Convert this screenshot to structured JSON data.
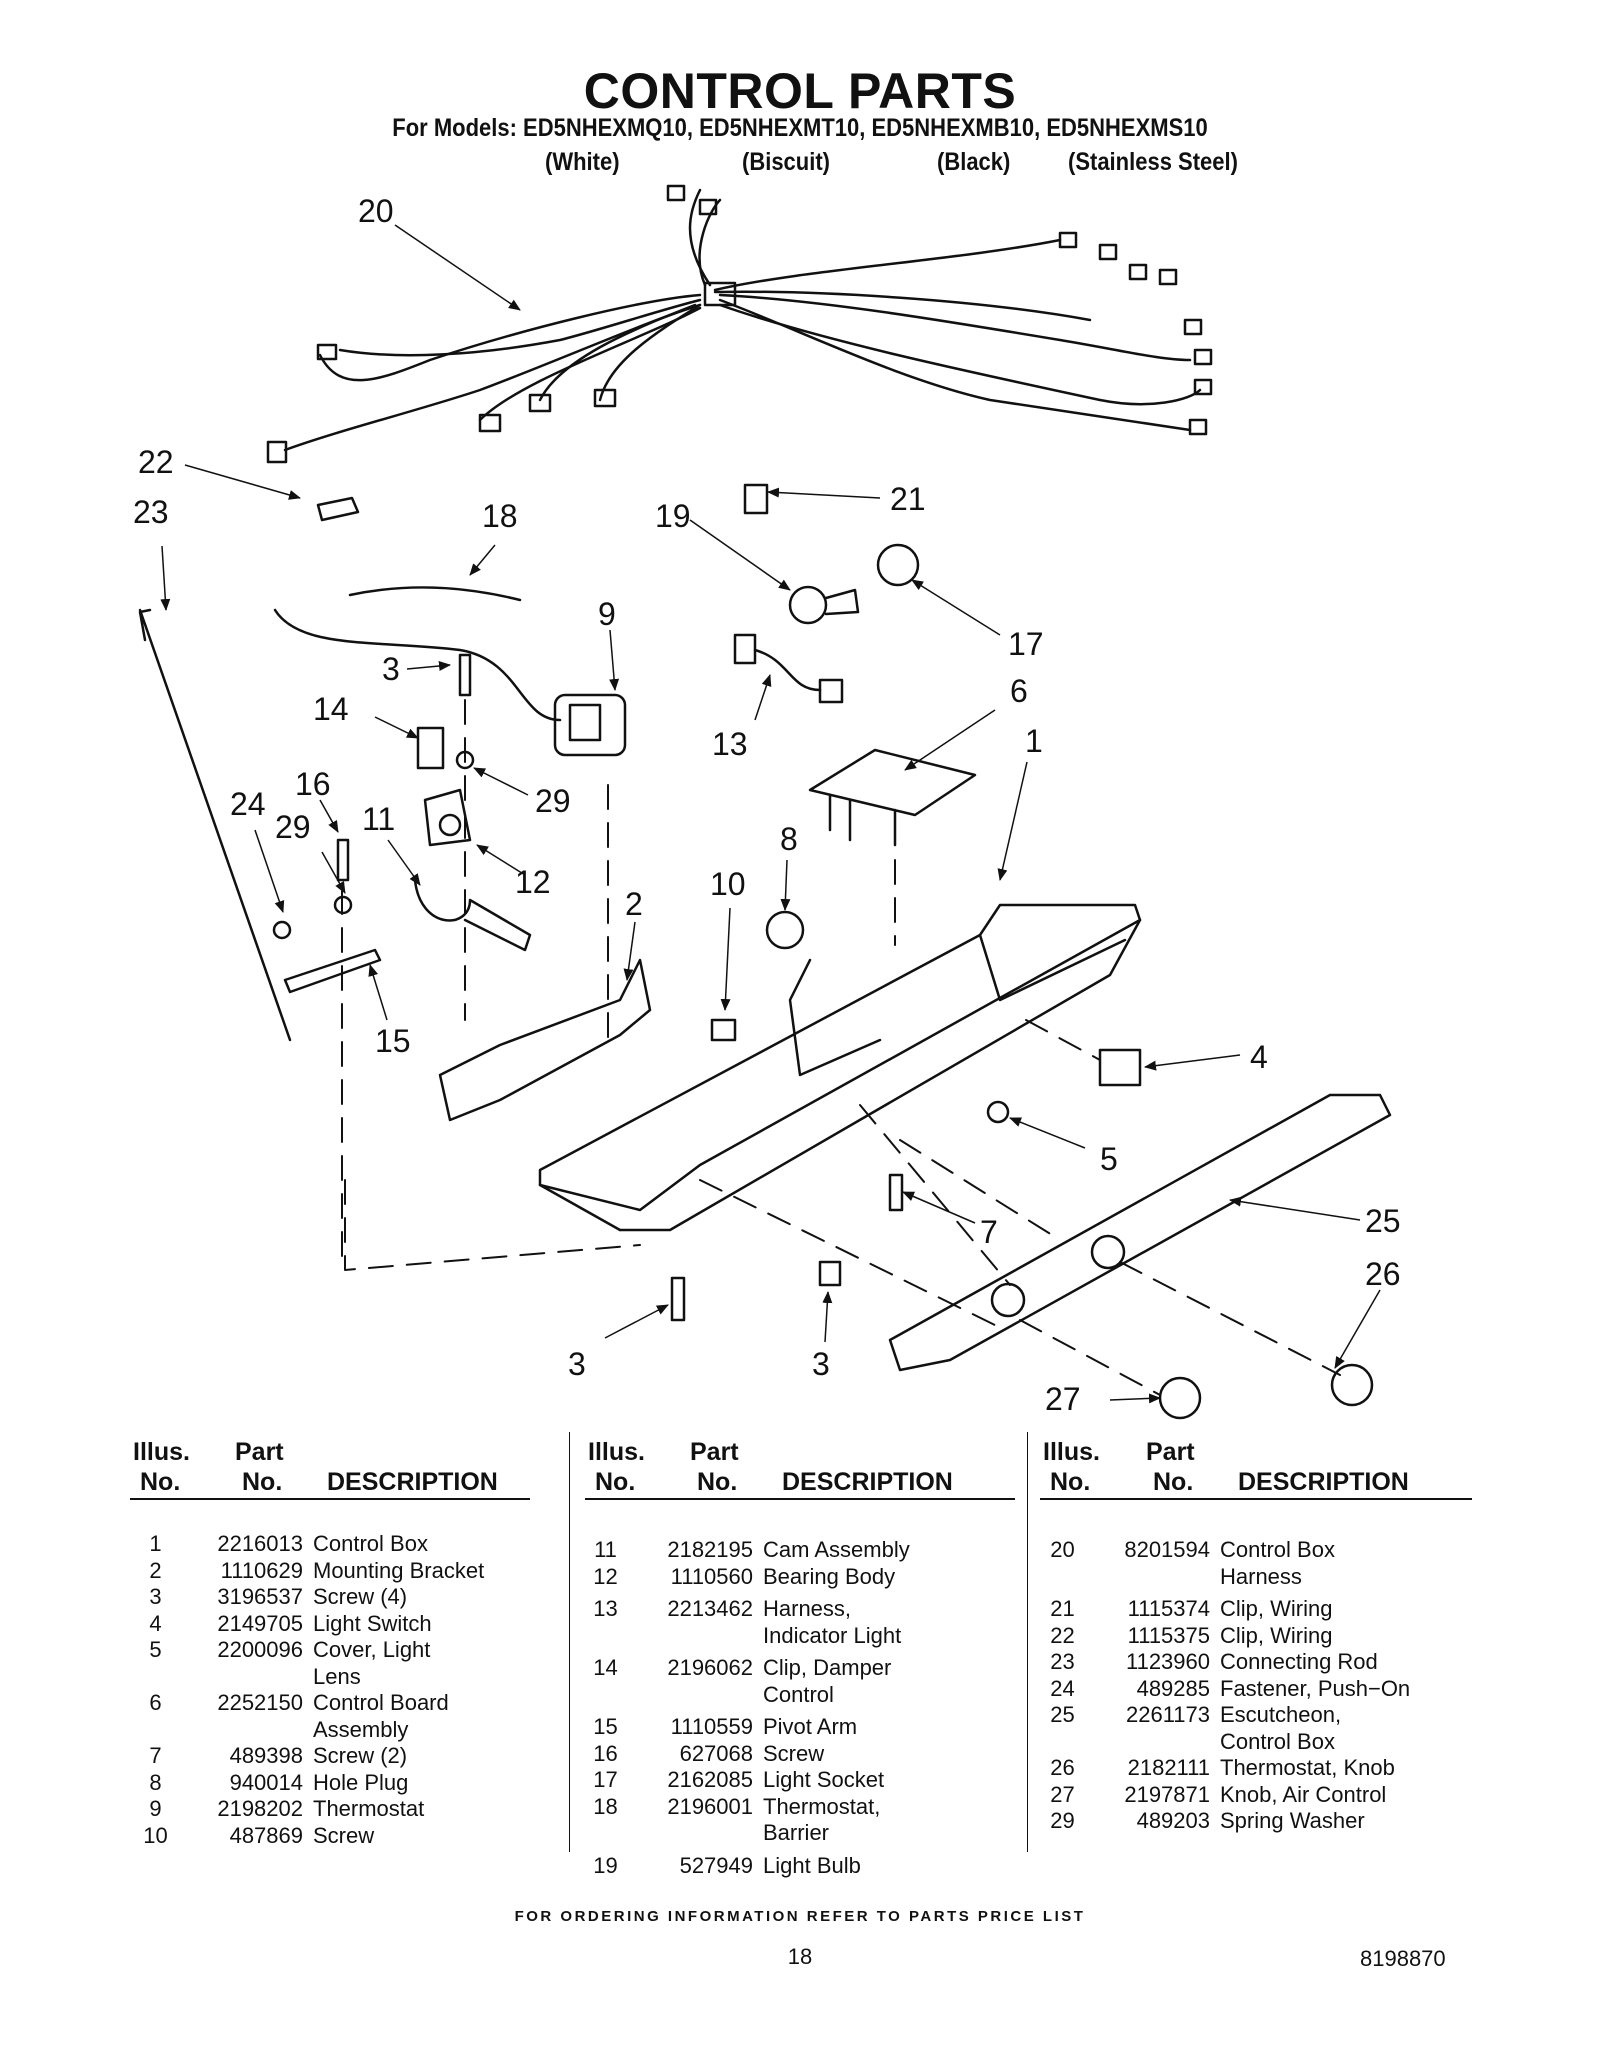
{
  "title": "CONTROL PARTS",
  "models_line": "For Models: ED5NHEXMQ10, ED5NHEXMT10, ED5NHEXMB10, ED5NHEXMS10",
  "model_colors": [
    "(White)",
    "(Biscuit)",
    "(Black)",
    "(Stainless Steel)"
  ],
  "callouts": [
    "20",
    "22",
    "23",
    "18",
    "19",
    "21",
    "17",
    "9",
    "3",
    "14",
    "13",
    "6",
    "1",
    "16",
    "24",
    "29",
    "29",
    "11",
    "12",
    "8",
    "10",
    "2",
    "15",
    "4",
    "5",
    "7",
    "25",
    "26",
    "3",
    "3",
    "27"
  ],
  "table_headers": {
    "illus_1": "Illus.",
    "illus_2": "No.",
    "part_1": "Part",
    "part_2": "No.",
    "description": "DESCRIPTION"
  },
  "parts": [
    [
      {
        "illus": "1",
        "part": "2216013",
        "desc": [
          "Control Box"
        ]
      },
      {
        "illus": "2",
        "part": "1110629",
        "desc": [
          "Mounting Bracket"
        ]
      },
      {
        "illus": "3",
        "part": "3196537",
        "desc": [
          "Screw (4)"
        ]
      },
      {
        "illus": "4",
        "part": "2149705",
        "desc": [
          "Light Switch"
        ]
      },
      {
        "illus": "5",
        "part": "2200096",
        "desc": [
          "Cover, Light",
          "Lens"
        ]
      },
      {
        "illus": "6",
        "part": "2252150",
        "desc": [
          "Control Board",
          "Assembly"
        ]
      },
      {
        "illus": "7",
        "part": "489398",
        "desc": [
          "Screw (2)"
        ]
      },
      {
        "illus": "8",
        "part": "940014",
        "desc": [
          "Hole Plug"
        ]
      },
      {
        "illus": "9",
        "part": "2198202",
        "desc": [
          "Thermostat"
        ]
      },
      {
        "illus": "10",
        "part": "487869",
        "desc": [
          "Screw"
        ]
      }
    ],
    [
      {
        "illus": "11",
        "part": "2182195",
        "desc": [
          "Cam Assembly"
        ]
      },
      {
        "illus": "12",
        "part": "1110560",
        "desc": [
          "Bearing Body"
        ]
      },
      {
        "illus": "13",
        "part": "2213462",
        "desc": [
          "Harness,",
          "Indicator Light"
        ]
      },
      {
        "illus": "14",
        "part": "2196062",
        "desc": [
          "Clip, Damper",
          "Control"
        ]
      },
      {
        "illus": "15",
        "part": "1110559",
        "desc": [
          "Pivot Arm"
        ]
      },
      {
        "illus": "16",
        "part": "627068",
        "desc": [
          "Screw"
        ]
      },
      {
        "illus": "17",
        "part": "2162085",
        "desc": [
          "Light Socket"
        ]
      },
      {
        "illus": "18",
        "part": "2196001",
        "desc": [
          "Thermostat,",
          "Barrier"
        ]
      },
      {
        "illus": "19",
        "part": "527949",
        "desc": [
          "Light Bulb"
        ]
      }
    ],
    [
      {
        "illus": "20",
        "part": "8201594",
        "desc": [
          "Control Box",
          "Harness"
        ]
      },
      {
        "illus": "21",
        "part": "1115374",
        "desc": [
          "Clip, Wiring"
        ]
      },
      {
        "illus": "22",
        "part": "1115375",
        "desc": [
          "Clip, Wiring"
        ]
      },
      {
        "illus": "23",
        "part": "1123960",
        "desc": [
          "Connecting Rod"
        ]
      },
      {
        "illus": "24",
        "part": "489285",
        "desc": [
          "Fastener, Push−On"
        ]
      },
      {
        "illus": "25",
        "part": "2261173",
        "desc": [
          "Escutcheon,",
          "Control Box"
        ]
      },
      {
        "illus": "26",
        "part": "2182111",
        "desc": [
          "Thermostat, Knob"
        ]
      },
      {
        "illus": "27",
        "part": "2197871",
        "desc": [
          "Knob, Air Control"
        ]
      },
      {
        "illus": "29",
        "part": "489203",
        "desc": [
          "Spring Washer"
        ]
      }
    ]
  ],
  "footer_note": "FOR ORDERING INFORMATION REFER TO PARTS PRICE LIST",
  "page_number": "18",
  "document_number": "8198870"
}
